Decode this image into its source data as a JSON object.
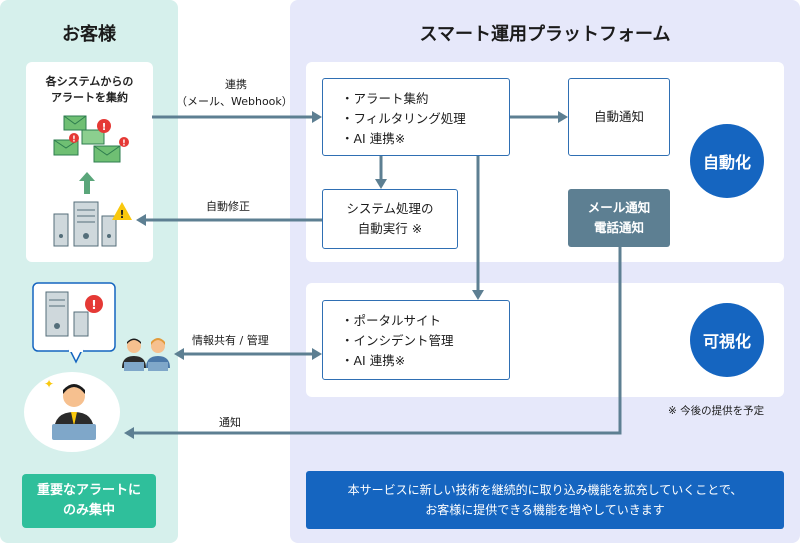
{
  "customer": {
    "title": "お客様",
    "card_text": [
      "各システムからの",
      "アラートを集約"
    ],
    "banner": [
      "重要なアラートに",
      "のみ集中"
    ]
  },
  "platform": {
    "title": "スマート運用プラットフォーム",
    "box_aggregate": [
      "・アラート集約",
      "・フィルタリング処理",
      "・AI 連携※"
    ],
    "box_auto_exec": [
      "システム処理の",
      "自動実行 ※"
    ],
    "box_notify": "自動通知",
    "box_mail_phone": [
      "メール通知",
      "電話通知"
    ],
    "box_portal": [
      "・ポータルサイト",
      "・インシデント管理",
      "・AI 連携※"
    ],
    "circle_automation": "自動化",
    "circle_visualization": "可視化",
    "future_note": "※ 今後の提供を予定",
    "banner": [
      "本サービスに新しい技術を継続的に取り込み機能を拡充していくことで、",
      "お客様に提供できる機能を増やしていきます"
    ]
  },
  "arrows": {
    "integration": [
      "連携",
      "（メール、Webhook）"
    ],
    "auto_fix": "自動修正",
    "info_share": "情報共有 / 管理",
    "notify": "通知"
  },
  "colors": {
    "left_panel": "#d6f0ec",
    "right_panel": "#e6e8fa",
    "accent_blue": "#1565c0",
    "box_border": "#2f6fb3",
    "arrow": "#5d7f92",
    "green": "#2fbf9b",
    "alert_red": "#e53935",
    "warning_yellow": "#f9c80e"
  }
}
